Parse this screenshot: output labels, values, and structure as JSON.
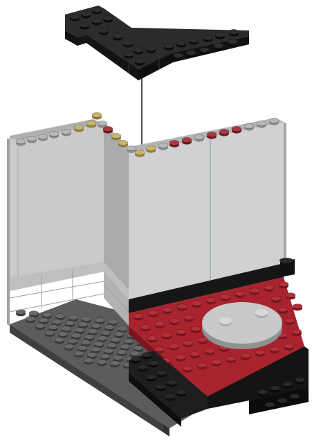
{
  "illustration": {
    "kind": "building-instruction-step",
    "parts": [
      "black-l-plate-assembly",
      "light-gray-wall-panels",
      "dark-gray-base-plate",
      "dark-red-wedge-plate",
      "light-gray-round-tile",
      "black-edge-plates",
      "connection-guide-line"
    ]
  },
  "colors": {
    "background": "#ffffff",
    "black_part": "#1c1c1c",
    "light_gray": "#c4c6c8",
    "dark_gray": "#565859",
    "dark_red": "#a8202a",
    "tan_stud": "#c9b56a"
  }
}
